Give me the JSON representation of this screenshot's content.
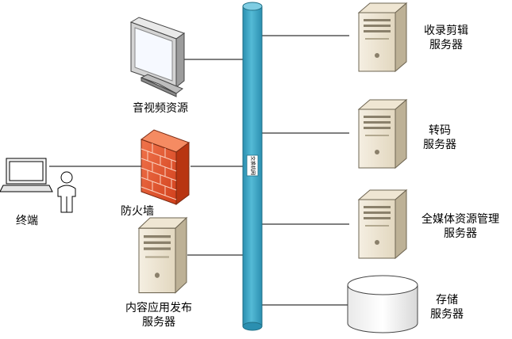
{
  "backbone": {
    "label": "交换机网"
  },
  "nodes": {
    "av_resources": {
      "label": "音视频资源",
      "icon": "monitor-icon"
    },
    "firewall": {
      "label": "防火墙",
      "icon": "brick-firewall-icon"
    },
    "terminal": {
      "label": "终端",
      "icon": "laptop-user-icon"
    },
    "content_server": {
      "line1": "内容应用发布",
      "line2": "服务器",
      "icon": "server-tower-icon"
    },
    "ingest_server": {
      "line1": "收录剪辑",
      "line2": "服务器",
      "icon": "server-tower-icon"
    },
    "transcode_server": {
      "line1": "转码",
      "line2": "服务器",
      "icon": "server-tower-icon"
    },
    "media_mgmt_server": {
      "line1": "全媒体资源管理",
      "line2": "服务器",
      "icon": "server-tower-icon"
    },
    "storage_server": {
      "line1": "存储",
      "line2": "服务器",
      "icon": "storage-cylinder-icon"
    }
  },
  "colors": {
    "bus_fill": "#3fa9c9",
    "bus_stroke": "#1f6f86",
    "server_light": "#f2ead9",
    "server_dark": "#b7ab8f",
    "firewall": "#e8532b",
    "line": "#000000"
  }
}
